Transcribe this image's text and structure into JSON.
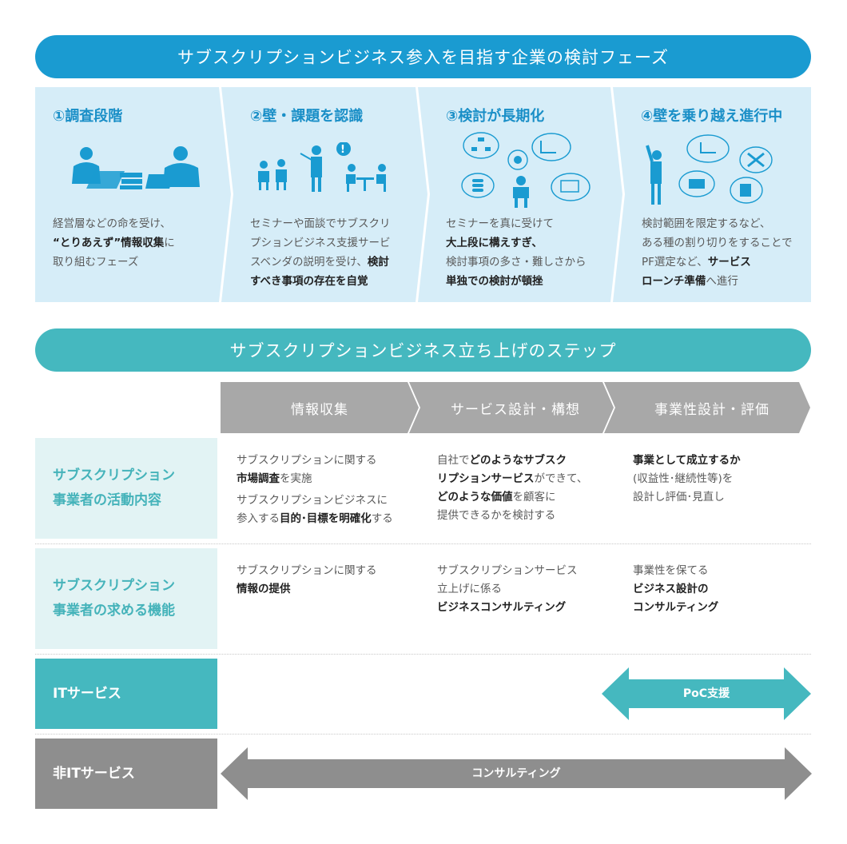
{
  "header1": "サブスクリプションビジネス参入を目指す企業の検討フェーズ",
  "phases": [
    {
      "title": "①調査段階",
      "lines": [
        [
          "経営層などの命を受け、",
          ""
        ],
        [
          "",
          "“とりあえず”情報収集",
          "に"
        ],
        [
          "取り組むフェーズ",
          ""
        ]
      ]
    },
    {
      "title": "②壁・課題を認識"
    },
    {
      "title": "③検討が長期化"
    },
    {
      "title": "④壁を乗り越え進行中"
    }
  ],
  "phase_text": {
    "p1": {
      "l1": "経営層などの命を受け、",
      "l2b": "“とりあえず”情報収集",
      "l2": "に",
      "l3": "取り組むフェーズ"
    },
    "p2": {
      "l1": "セミナーや面談でサブスクリ",
      "l2": "プションビジネス支援サービ",
      "l3": "スベンダの説明を受け、",
      "l3b": "検討",
      "l4b": "すべき事項の存在を自覚"
    },
    "p3": {
      "l1": "セミナーを真に受けて",
      "l2b": "大上段に構えすぎ、",
      "l3": "検討事項の多さ・難しさから",
      "l4b": "単独での検討が頓挫"
    },
    "p4": {
      "l1": "検討範囲を限定するなど、",
      "l2": "ある種の割り切りをすることで",
      "l3": "PF選定など、",
      "l3b": "サービス",
      "l4b": "ローンチ準備",
      "l4": "へ進行"
    }
  },
  "header2": "サブスクリプションビジネス立ち上げのステップ",
  "steps": [
    "情報収集",
    "サービス設計・構想",
    "事業性設計・評価"
  ],
  "rows": {
    "activity_label_1": "サブスクリプション",
    "activity_label_2": "事業者の活動内容",
    "needs_label_1": "サブスクリプション",
    "needs_label_2": "事業者の求める機能",
    "it_label": "ITサービス",
    "nonit_label": "非ITサービス"
  },
  "activity": {
    "c1": {
      "l1": "サブスクリプションに関する",
      "l2b": "市場調査",
      "l2": "を実施",
      "l3": "サブスクリプションビジネスに",
      "l4": "参入する",
      "l4b": "目的･目標を明確化",
      "l4c": "する"
    },
    "c2": {
      "l1": "自社で",
      "l1b": "どのようなサブスク",
      "l2b": "リプションサービス",
      "l2": "ができて、",
      "l3b": "どのような価値",
      "l3": "を顧客に",
      "l4": "提供できるかを検討する"
    },
    "c3": {
      "l1b": "事業として成立するか",
      "l2": "(収益性･継続性等)を",
      "l3": "設計し評価･見直し"
    }
  },
  "needs": {
    "c1": {
      "l1": "サブスクリプションに関する",
      "l2b": "情報の提供"
    },
    "c2": {
      "l1": "サブスクリプションサービス",
      "l2": "立上げに係る",
      "l3b": "ビジネスコンサルティング"
    },
    "c3": {
      "l1": "事業性を保てる",
      "l2b": "ビジネス設計の",
      "l3b": "コンサルティング"
    }
  },
  "arrows": {
    "poc": "PoC支援",
    "consulting": "コンサルティング"
  },
  "colors": {
    "blue": "#1a9bd1",
    "teal": "#45b8bf",
    "light_blue": "#d8eef8",
    "light_teal": "#e2f3f4",
    "gray": "#8e8e8e",
    "step_gray": "#a8a8a8"
  }
}
